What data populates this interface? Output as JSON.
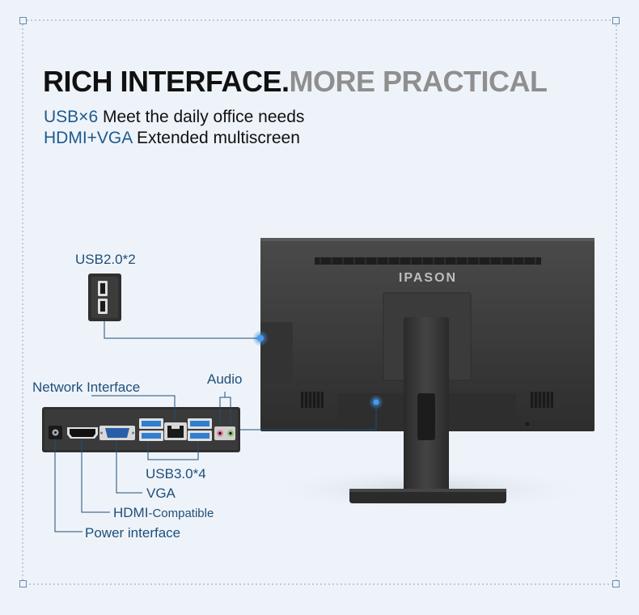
{
  "headline": {
    "part1": "RICH INTERFACE.",
    "part2": "MORE PRACTICAL"
  },
  "features": [
    {
      "highlight": "USB×6",
      "text": " Meet the daily office needs"
    },
    {
      "highlight": "HDMI+VGA",
      "text": " Extended multiscreen"
    }
  ],
  "brand": "IPASON",
  "ports": {
    "usb2": "USB2.0*2",
    "network": "Network Interface",
    "audio": "Audio",
    "usb3": "USB3.0*4",
    "vga": "VGA",
    "hdmi_main": "HDMI",
    "hdmi_suffix": "-Compatible",
    "power": "Power interface"
  },
  "colors": {
    "background": "#eef3fa",
    "accent": "#1e5a8e",
    "usb3_blue": "#2f7fd0",
    "monitor_body": "#3a3a3a"
  }
}
